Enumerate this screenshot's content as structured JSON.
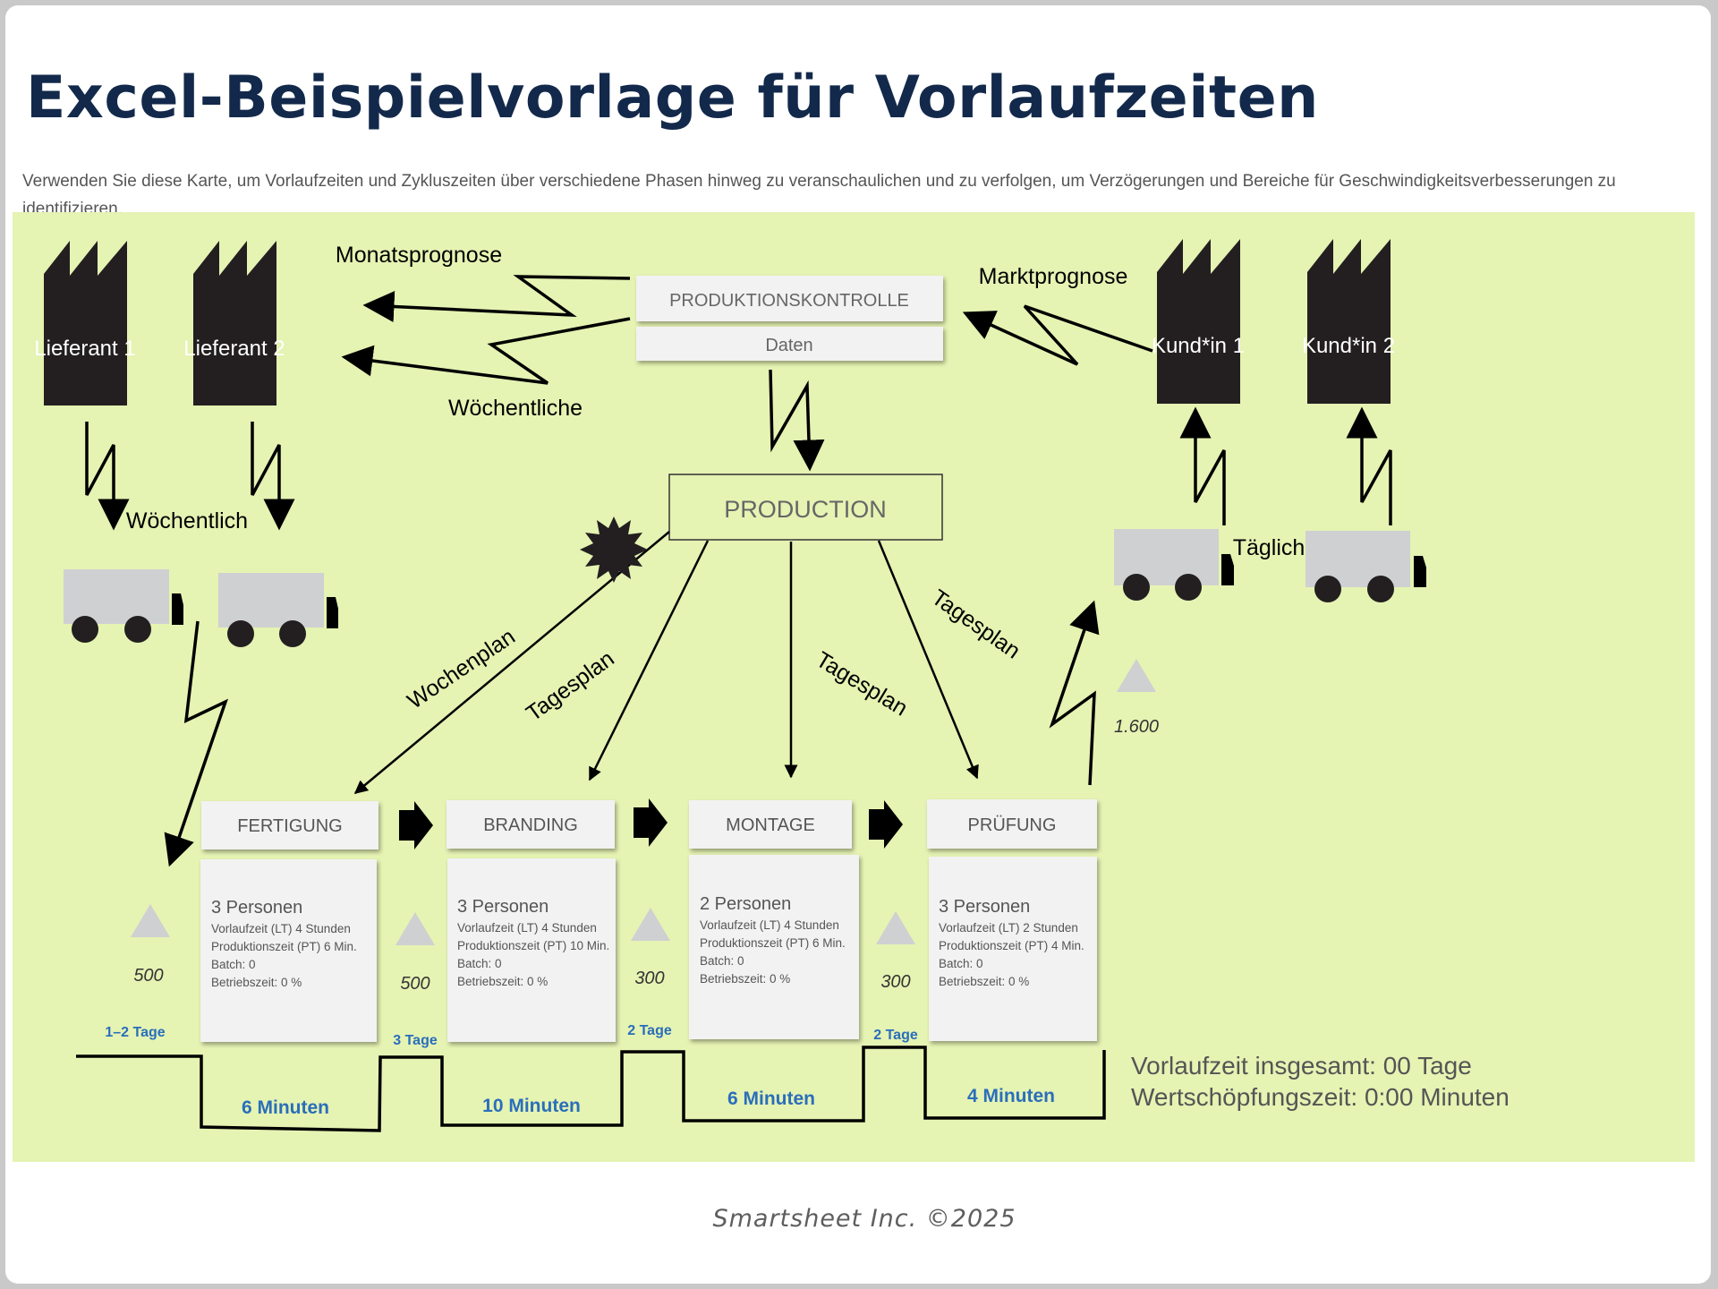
{
  "title": "Excel-Beispielvorlage für Vorlaufzeiten",
  "description": "Verwenden Sie diese Karte, um Vorlaufzeiten und Zykluszeiten über verschiedene Phasen hinweg zu veranschaulichen und zu verfolgen, um Verzögerungen und Bereiche für Geschwindigkeitsverbesserungen zu identifizieren.",
  "suppliers": [
    "Lieferant 1",
    "Lieferant 2"
  ],
  "customers": [
    "Kund*in 1",
    "Kund*in 2"
  ],
  "control": {
    "title": "PRODUKTIONSKONTROLLE",
    "sub": "Daten"
  },
  "production": "PRODUCTION",
  "labels": {
    "monthly_forecast": "Monatsprognose",
    "weekly_top": "Wöchentliche",
    "weekly_left": "Wöchentlich",
    "market_forecast": "Marktprognose",
    "daily": "Täglich",
    "week_plan": "Wochenplan",
    "day_plan_1": "Tagesplan",
    "day_plan_2": "Tagesplan",
    "day_plan_3": "Tagesplan"
  },
  "processes": [
    {
      "name": "FERTIGUNG",
      "people": "3 Personen",
      "lt": "Vorlaufzeit (LT) 4 Stunden",
      "pt": "Produktionszeit (PT) 6 Min.",
      "batch": "Batch: 0",
      "uptime": "Betriebszeit: 0 %",
      "minutes": "6 Minuten"
    },
    {
      "name": "BRANDING",
      "people": "3 Personen",
      "lt": "Vorlaufzeit (LT) 4 Stunden",
      "pt": "Produktionszeit (PT) 10 Min.",
      "batch": "Batch: 0",
      "uptime": "Betriebszeit: 0 %",
      "minutes": "10 Minuten"
    },
    {
      "name": "MONTAGE",
      "people": "2 Personen",
      "lt": "Vorlaufzeit (LT) 4 Stunden",
      "pt": "Produktionszeit (PT) 6 Min.",
      "batch": "Batch: 0",
      "uptime": "Betriebszeit: 0 %",
      "minutes": "6 Minuten"
    },
    {
      "name": "PRÜFUNG",
      "people": "3 Personen",
      "lt": "Vorlaufzeit (LT) 2 Stunden",
      "pt": "Produktionszeit (PT) 4 Min.",
      "batch": "Batch: 0",
      "uptime": "Betriebszeit: 0 %",
      "minutes": "4 Minuten"
    }
  ],
  "inventories": [
    "500",
    "500",
    "300",
    "300",
    "1.600"
  ],
  "wait_times": [
    "1–2 Tage",
    "3 Tage",
    "2 Tage",
    "2 Tage"
  ],
  "totals": {
    "lead_time": "Vorlaufzeit insgesamt: 00 Tage",
    "value_time": "Wertschöpfungszeit: 0:00 Minuten"
  },
  "footer": "Smartsheet Inc. ©2025",
  "colors": {
    "title": "#13294b",
    "background": "#e5f3b3",
    "box": "#f1f1f1",
    "timeline_text": "#2a6ebb",
    "factory": "#231f20",
    "truck": "#cfd0d2"
  }
}
